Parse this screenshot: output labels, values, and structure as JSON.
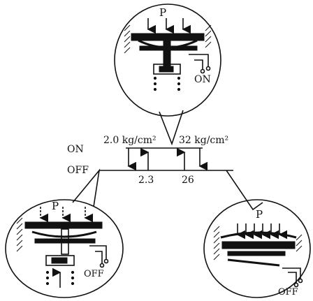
{
  "labels": {
    "pressure_top": "P",
    "pressure_left": "P",
    "pressure_right": "P",
    "on_top": "ON",
    "off_left": "OFF",
    "off_right": "OFF",
    "on_axis": "ON",
    "off_axis": "OFF",
    "set_low": "2.0 kg/cm²",
    "set_high": "32 kg/cm²",
    "reset_low": "2.3",
    "reset_high": "26"
  }
}
